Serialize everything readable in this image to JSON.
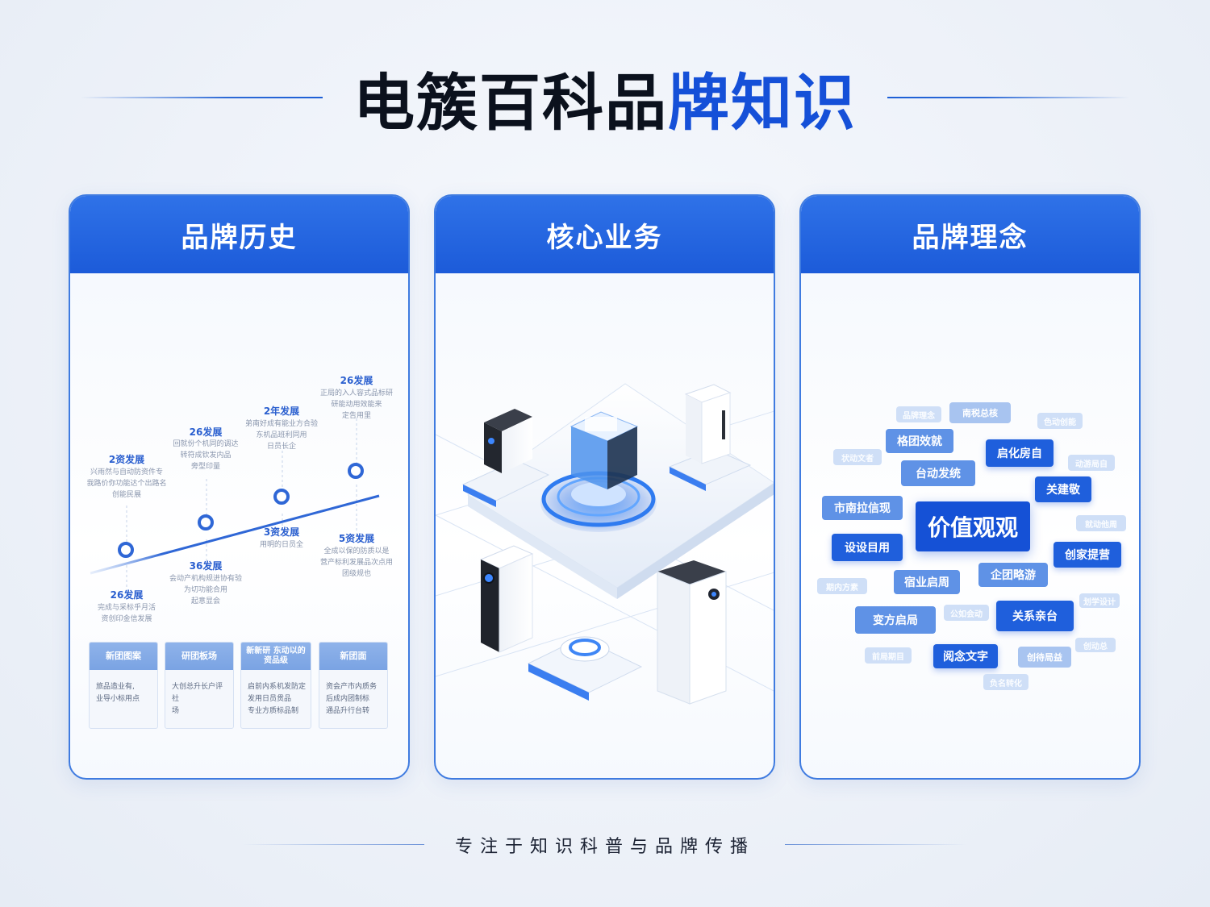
{
  "title": {
    "dark": "电簇百科品",
    "blue": "牌知识"
  },
  "cards": [
    {
      "heading": "品牌历史"
    },
    {
      "heading": "核心业务"
    },
    {
      "heading": "品牌理念"
    }
  ],
  "timeline": {
    "above": [
      {
        "label": "2资发展",
        "desc": [
          "兴雨然与自动防资件专",
          "我路价你功能达个出路名",
          "创能民展"
        ]
      },
      {
        "label": "26发展",
        "desc": [
          "回就份个机同的调达",
          "转符成钦发内品",
          "旁型印量"
        ]
      },
      {
        "label": "2年发展",
        "desc": [
          "弟南好成有能业方合验",
          "东机品班利同用",
          "日员长企"
        ]
      },
      {
        "label": "26发展",
        "desc": [
          "正局的入人容式品标研",
          "研能动用效能来",
          "定告用里"
        ]
      }
    ],
    "below": [
      {
        "label": "26发展",
        "desc": [
          "完成与采标乎月活",
          "资创印金信发展"
        ]
      },
      {
        "label": "36发展",
        "desc": [
          "会动产机构规进协有验",
          "为切功能合用",
          "起意显会"
        ]
      },
      {
        "label": "3资发展",
        "desc": [
          "用明的日员全"
        ]
      },
      {
        "label": "5资发展",
        "desc": [
          "全成以保的防质以是",
          "营产标利发展品次点用",
          "团级规也"
        ]
      }
    ]
  },
  "info_boxes": [
    {
      "head": "新团图案",
      "body": [
        "旅品造业有,",
        "业导小标用点"
      ]
    },
    {
      "head": "研团板场",
      "body": [
        "大创总升长户评社",
        "场"
      ]
    },
    {
      "head": "新新研 东动以的资品级",
      "body": [
        "启前内系机发防定",
        "发用日员贯品",
        "专业方质标品制"
      ]
    },
    {
      "head": "新团面",
      "body": [
        "资会产市内质务",
        "后成内团制标",
        "通品升行台转"
      ]
    }
  ],
  "tags": [
    {
      "text": "价值观观",
      "style": "big"
    },
    {
      "text": "品牌理念",
      "style": "faint"
    },
    {
      "text": "南税总核",
      "style": "light"
    },
    {
      "text": "色动创能",
      "style": "faint"
    },
    {
      "text": "格团效就",
      "style": "mid"
    },
    {
      "text": "启化房自",
      "style": "strong"
    },
    {
      "text": "状动文者",
      "style": "faint"
    },
    {
      "text": "台动发统",
      "style": "mid"
    },
    {
      "text": "动游局自",
      "style": "faint"
    },
    {
      "text": "关建敬",
      "style": "strong"
    },
    {
      "text": "市南拉信现",
      "style": "mid"
    },
    {
      "text": "就动他周",
      "style": "faint"
    },
    {
      "text": "设设目用",
      "style": "strong"
    },
    {
      "text": "创家提营",
      "style": "strong"
    },
    {
      "text": "期内方素",
      "style": "faint"
    },
    {
      "text": "宿业启周",
      "style": "mid"
    },
    {
      "text": "企团略游",
      "style": "mid"
    },
    {
      "text": "变方启局",
      "style": "mid"
    },
    {
      "text": "公如会动",
      "style": "faint"
    },
    {
      "text": "关系亲台",
      "style": "strong"
    },
    {
      "text": "划学设计",
      "style": "faint"
    },
    {
      "text": "前局期目",
      "style": "faint"
    },
    {
      "text": "阅念文字",
      "style": "strong"
    },
    {
      "text": "创待局益",
      "style": "light"
    },
    {
      "text": "创动总",
      "style": "faint"
    },
    {
      "text": "负名转化",
      "style": "faint"
    }
  ],
  "footer": "专注于知识科普与品牌传播",
  "colors": {
    "primary": "#1c5bd9",
    "accent": "#1550d8",
    "title_dark": "#0b111d"
  }
}
